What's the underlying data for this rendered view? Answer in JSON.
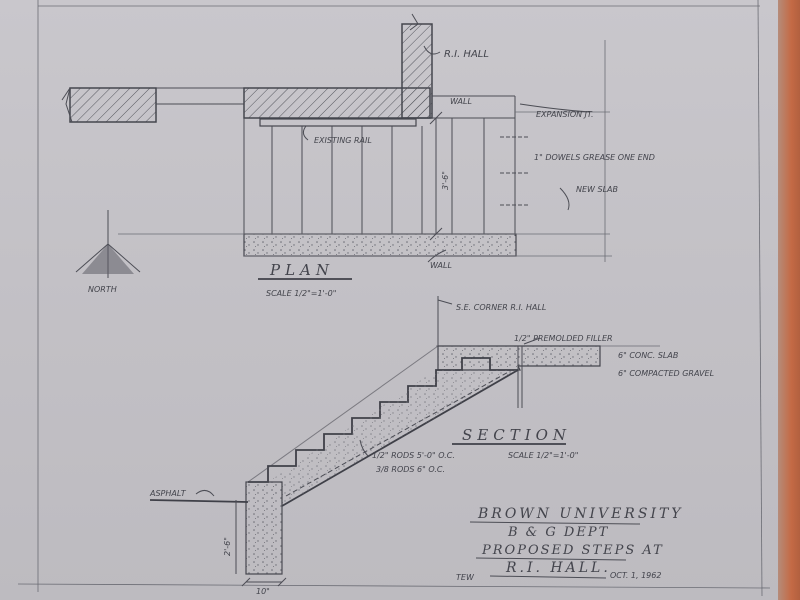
{
  "plan": {
    "title": "PLAN",
    "scale": "SCALE 1/2\"=1'-0\"",
    "label_building": "R.I. HALL",
    "label_wall_top": "WALL",
    "label_expansion": "EXPANSION JT.",
    "label_existing_rail": "EXISTING RAIL",
    "label_dowels": "1\" DOWELS GREASE ONE END",
    "label_new_slab": "NEW SLAB",
    "label_wall_bottom": "WALL",
    "label_north": "NORTH",
    "dim_vertical": "3'-6\""
  },
  "section": {
    "title": "SECTION",
    "scale": "SCALE 1/2\"=1'-0\"",
    "label_corner": "S.E. CORNER R.I. HALL",
    "label_filler": "1/2\" PREMOLDED FILLER",
    "label_slab": "6\" CONC. SLAB",
    "label_gravel": "6\" COMPACTED GRAVEL",
    "label_rods1": "1/2\" RODS 5'-0\" O.C.",
    "label_rods2": "3/8 RODS 6\" O.C.",
    "label_asphalt": "ASPHALT",
    "dim_footing_height": "2'-6\"",
    "dim_footing_width": "10\""
  },
  "title_block": {
    "line1": "BROWN UNIVERSITY",
    "line2": "B & G DEPT",
    "line3": "PROPOSED STEPS AT",
    "line4": "R.I. HALL.",
    "drawn_by": "TEW",
    "date": "OCT. 1, 1962"
  }
}
